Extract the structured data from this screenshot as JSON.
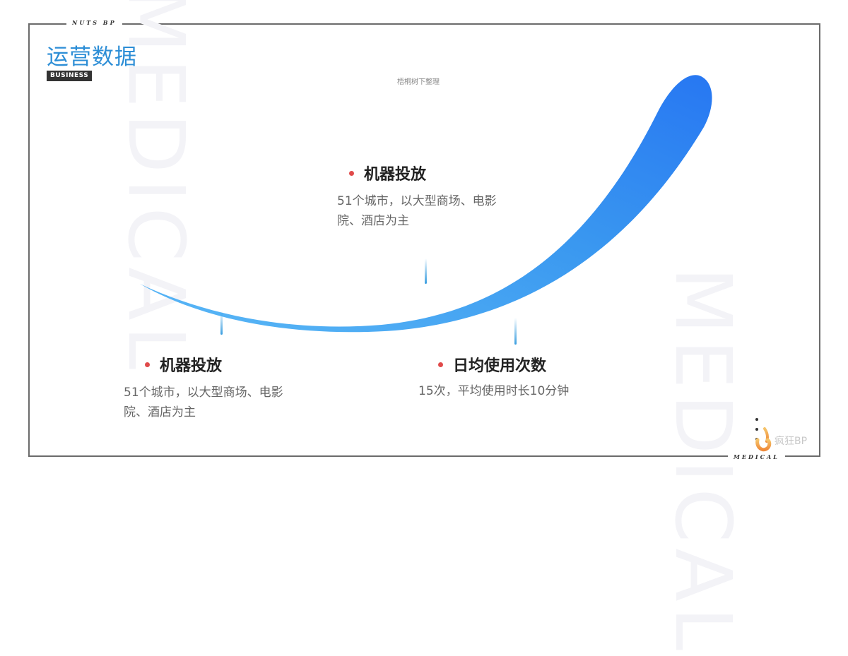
{
  "frame": {
    "top_label": "NUTS BP",
    "bottom_label": "MEDICAL"
  },
  "watermarks": {
    "left": "MEDICAL",
    "right": "MEDICAL"
  },
  "header": {
    "title": "运营数据",
    "tag": "BUSINESS",
    "subtitle": "梧桐树下整理"
  },
  "colors": {
    "title": "#2d8ed6",
    "bullet": "#e04a4a",
    "curve_start": "#55b5f5",
    "curve_end": "#2a7ef2",
    "frame": "#6b6b6b"
  },
  "blocks": [
    {
      "heading": "机器投放",
      "description": "51个城市，以大型商场、电影院、酒店为主"
    },
    {
      "heading": "机器投放",
      "description": "51个城市，以大型商场、电影院、酒店为主"
    },
    {
      "heading": "日均使用次数",
      "description": "15次，平均使用时长10分钟"
    }
  ],
  "logo": {
    "text": "疯狂BP"
  }
}
